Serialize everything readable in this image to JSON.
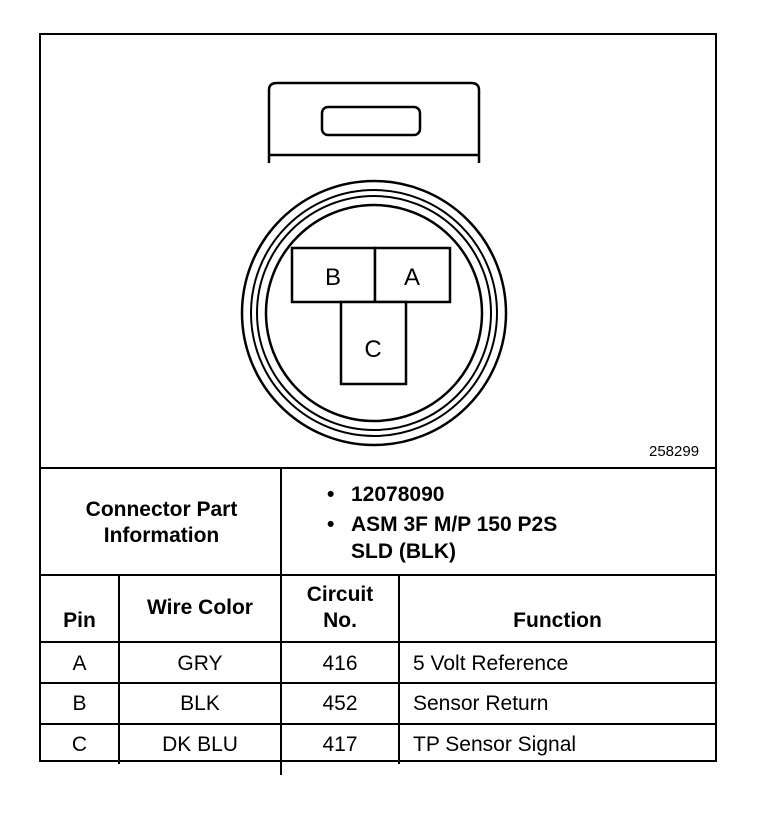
{
  "figure_number": "258299",
  "connector": {
    "pins": {
      "a": "A",
      "b": "B",
      "c": "C"
    }
  },
  "part_info": {
    "label_line1": "Connector Part",
    "label_line2": "Information",
    "items": [
      {
        "line1": "12078090",
        "line2": ""
      },
      {
        "line1": "ASM 3F M/P 150 P2S",
        "line2": "SLD (BLK)"
      }
    ]
  },
  "table": {
    "headers": {
      "pin": "Pin",
      "wire_color": "Wire Color",
      "circuit_line1": "Circuit",
      "circuit_line2": "No.",
      "function": "Function"
    },
    "rows": [
      {
        "pin": "A",
        "wire_color": "GRY",
        "circuit": "416",
        "function": "5 Volt Reference"
      },
      {
        "pin": "B",
        "wire_color": "BLK",
        "circuit": "452",
        "function": "Sensor Return"
      },
      {
        "pin": "C",
        "wire_color": "DK BLU",
        "circuit": "417",
        "function": "TP Sensor Signal"
      }
    ]
  }
}
